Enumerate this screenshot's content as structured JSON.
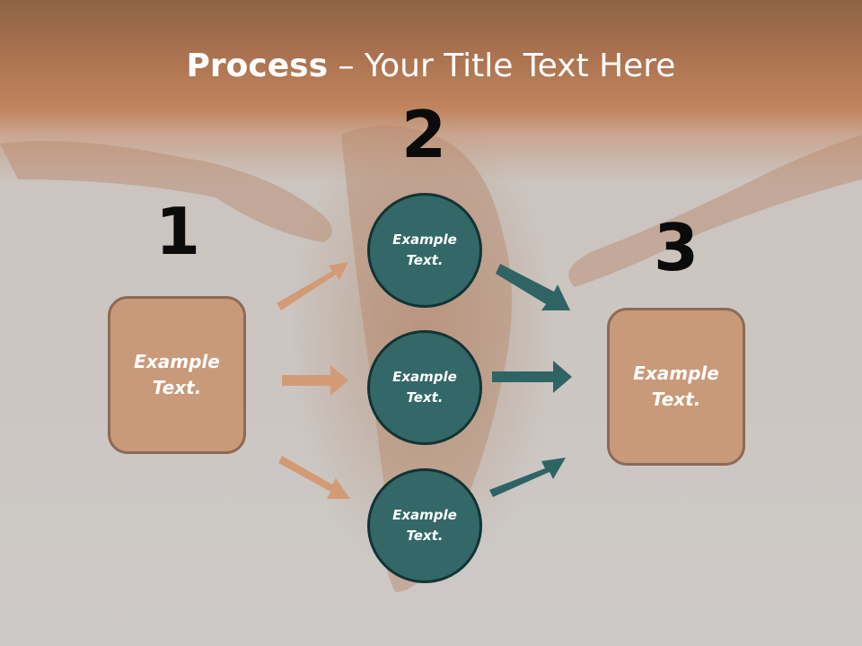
{
  "slide": {
    "title_bold": "Process",
    "title_separator": " – ",
    "title_rest": "Your Title Text Here"
  },
  "colors": {
    "header_brown": "#b47a55",
    "background_gray": "#ccc6c2",
    "box_fill": "#c99a79",
    "box_border": "#8c6a55",
    "circle_fill": "#336768",
    "circle_border": "#123334",
    "arrow_tan": "#d39b75",
    "arrow_teal": "#2f6465",
    "number_color": "#0b0b0b"
  },
  "steps": {
    "one": {
      "number": "1",
      "text": "Example\nText."
    },
    "two": {
      "number": "2"
    },
    "three": {
      "number": "3",
      "text": "Example\nText."
    }
  },
  "circles": [
    {
      "text": "Example\nText."
    },
    {
      "text": "Example\nText."
    },
    {
      "text": "Example\nText."
    }
  ]
}
